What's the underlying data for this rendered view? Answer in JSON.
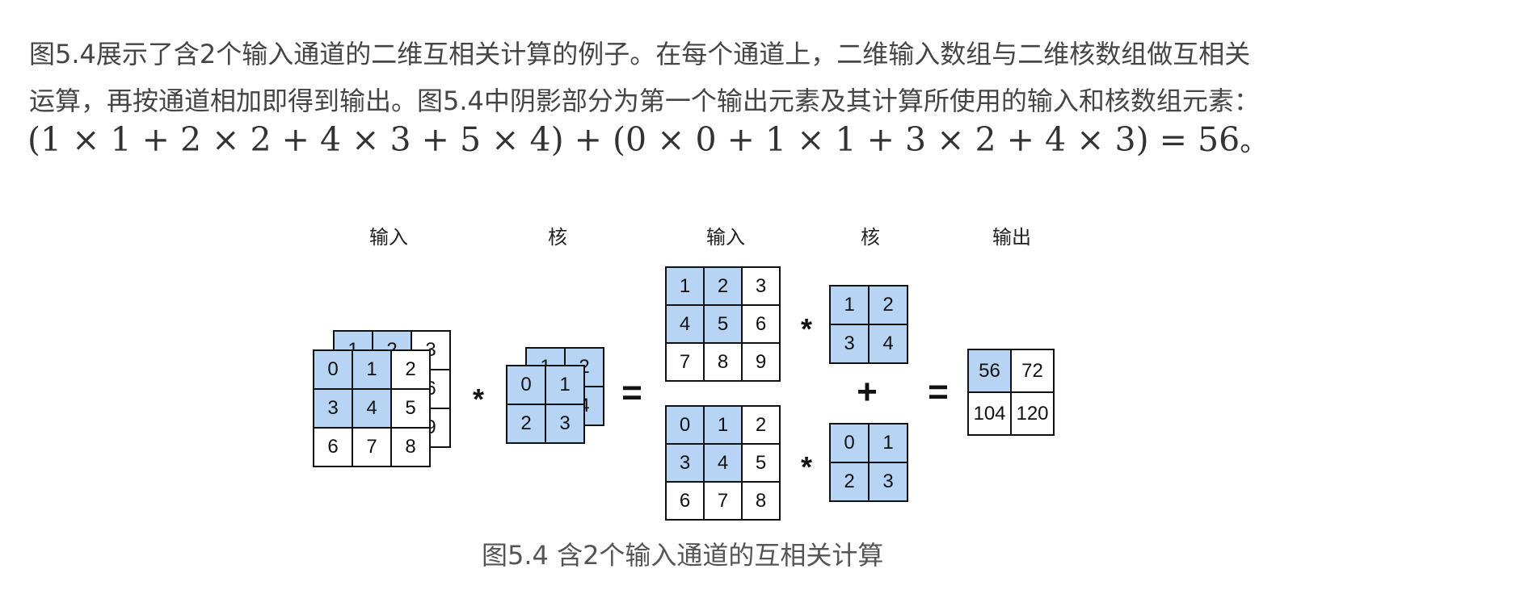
{
  "paragraph": {
    "line1": "图5.4展示了含2个输入通道的二维互相关计算的例子。在每个通道上，二维输入数组与二维核数组做互相关",
    "line2": "运算，再按通道相加即得到输出。图5.4中阴影部分为第一个输出元素及其计算所使用的输入和核数组元素："
  },
  "formula": {
    "math": "(1 × 1 + 2 × 2 + 4 × 3 + 5 × 4) + (0 × 0 + 1 × 1 + 3 × 2 + 4 × 3) = 56",
    "end_mark": "。"
  },
  "figure": {
    "colors": {
      "shaded": "#b7d4f5",
      "border": "#111111"
    },
    "labels": {
      "input_1": "输入",
      "kernel_1": "核",
      "input_2": "输入",
      "kernel_2": "核",
      "output": "输出"
    },
    "operators": {
      "star_a": "*",
      "eq_a": "=",
      "star_b": "*",
      "plus": "+",
      "eq_b": "=",
      "star_c": "*"
    },
    "stacked_input_back": {
      "values": [
        "1",
        "2",
        "3",
        "",
        "",
        "6",
        "",
        "",
        "9"
      ],
      "shaded": [
        true,
        true,
        false,
        false,
        false,
        false,
        false,
        false,
        false
      ]
    },
    "stacked_input_front": {
      "values": [
        "0",
        "1",
        "2",
        "3",
        "4",
        "5",
        "6",
        "7",
        "8"
      ],
      "shaded": [
        true,
        true,
        false,
        true,
        true,
        false,
        false,
        false,
        false
      ]
    },
    "stacked_kernel_back": {
      "values": [
        "1",
        "2",
        "",
        "4"
      ],
      "shaded": [
        true,
        true,
        true,
        true
      ]
    },
    "stacked_kernel_front": {
      "values": [
        "0",
        "1",
        "2",
        "3"
      ],
      "shaded": [
        true,
        true,
        true,
        true
      ]
    },
    "input_channel_1": {
      "values": [
        "1",
        "2",
        "3",
        "4",
        "5",
        "6",
        "7",
        "8",
        "9"
      ],
      "shaded": [
        true,
        true,
        false,
        true,
        true,
        false,
        false,
        false,
        false
      ]
    },
    "kernel_channel_1": {
      "values": [
        "1",
        "2",
        "3",
        "4"
      ],
      "shaded": [
        true,
        true,
        true,
        true
      ]
    },
    "input_channel_0": {
      "values": [
        "0",
        "1",
        "2",
        "3",
        "4",
        "5",
        "6",
        "7",
        "8"
      ],
      "shaded": [
        true,
        true,
        false,
        true,
        true,
        false,
        false,
        false,
        false
      ]
    },
    "kernel_channel_0": {
      "values": [
        "0",
        "1",
        "2",
        "3"
      ],
      "shaded": [
        true,
        true,
        true,
        true
      ]
    },
    "output": {
      "values": [
        "56",
        "72",
        "104",
        "120"
      ],
      "shaded": [
        true,
        false,
        false,
        false
      ]
    }
  },
  "caption": "图5.4 含2个输入通道的互相关计算"
}
